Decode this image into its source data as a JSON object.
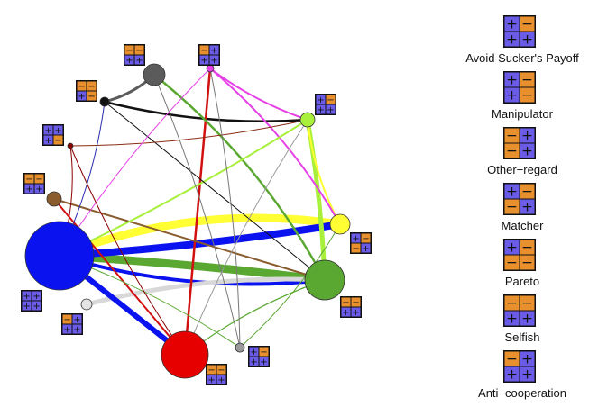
{
  "legend": {
    "items": [
      {
        "label": "Avoid Sucker's Payoff",
        "cells": [
          "+",
          "-",
          "+",
          "+"
        ]
      },
      {
        "label": "Manipulator",
        "cells": [
          "+",
          "-",
          "+",
          "-"
        ]
      },
      {
        "label": "Other−regard",
        "cells": [
          "-",
          "+",
          "-",
          "+"
        ]
      },
      {
        "label": "Matcher",
        "cells": [
          "+",
          "-",
          "-",
          "+"
        ]
      },
      {
        "label": "Pareto",
        "cells": [
          "+",
          "-",
          "-",
          "-"
        ]
      },
      {
        "label": "Selfish",
        "cells": [
          "-",
          "-",
          "+",
          "+"
        ]
      },
      {
        "label": "Anti−cooperation",
        "cells": [
          "-",
          "+",
          "+",
          "+"
        ]
      }
    ]
  },
  "colors": {
    "positive_cell": "#6a5ce6",
    "negative_cell": "#e8902e",
    "cell_border": "#111111"
  },
  "network": {
    "nodes": [
      {
        "id": "blue",
        "color": "#0a12f0",
        "weight": 38,
        "cells": [
          "+",
          "+",
          "+",
          "+"
        ]
      },
      {
        "id": "red",
        "color": "#e60000",
        "weight": 26,
        "cells": [
          "-",
          "-",
          "+",
          "+"
        ]
      },
      {
        "id": "green",
        "color": "#5aa832",
        "weight": 22,
        "cells": [
          "-",
          "-",
          "+",
          "+"
        ]
      },
      {
        "id": "yellow",
        "color": "#ffff33",
        "weight": 11,
        "cells": [
          "+",
          "-",
          "-",
          "+"
        ]
      },
      {
        "id": "darkgray",
        "color": "#5b5b5b",
        "weight": 12,
        "cells": [
          "-",
          "-",
          "+",
          "+"
        ]
      },
      {
        "id": "lime",
        "color": "#a8f03c",
        "weight": 8,
        "cells": [
          "+",
          "-",
          "+",
          "+"
        ]
      },
      {
        "id": "brown",
        "color": "#8a5c2e",
        "weight": 8,
        "cells": [
          "-",
          "-",
          "+",
          "+"
        ]
      },
      {
        "id": "magenta",
        "color": "#e640e6",
        "weight": 4,
        "cells": [
          "-",
          "+",
          "+",
          "+"
        ]
      },
      {
        "id": "black",
        "color": "#111111",
        "weight": 5,
        "cells": [
          "-",
          "-",
          "+",
          "-"
        ]
      },
      {
        "id": "gray",
        "color": "#9a9a9a",
        "weight": 5,
        "cells": [
          "+",
          "-",
          "+",
          "+"
        ]
      },
      {
        "id": "lightgray",
        "color": "#e4e4e4",
        "weight": 6,
        "cells": [
          "-",
          "+",
          "+",
          "+"
        ]
      },
      {
        "id": "darkred",
        "color": "#8b0000",
        "weight": 3,
        "cells": [
          "+",
          "+",
          "+",
          "-"
        ]
      }
    ],
    "edges": [
      {
        "from": "blue",
        "to": "yellow",
        "color": "#ffff33",
        "weight": 9
      },
      {
        "from": "blue",
        "to": "green",
        "color": "#5aa832",
        "weight": 9
      },
      {
        "from": "blue",
        "to": "yellow",
        "color": "#0a12f0",
        "weight": 8
      },
      {
        "from": "blue",
        "to": "green",
        "color": "#0a12f0",
        "weight": 4
      },
      {
        "from": "lightgray",
        "to": "green",
        "color": "#d8d8d8",
        "weight": 5
      },
      {
        "from": "blue",
        "to": "red",
        "color": "#0a12f0",
        "weight": 6
      },
      {
        "from": "lime",
        "to": "green",
        "color": "#a8f03c",
        "weight": 5
      },
      {
        "from": "lime",
        "to": "yellow",
        "color": "#ffff33",
        "weight": 2
      },
      {
        "from": "black",
        "to": "lime",
        "color": "#111111",
        "weight": 2.5
      },
      {
        "from": "darkgray",
        "to": "black",
        "color": "#5b5b5b",
        "weight": 3
      },
      {
        "from": "magenta",
        "to": "red",
        "color": "#d11010",
        "weight": 2.5
      },
      {
        "from": "magenta",
        "to": "lime",
        "color": "#e640e6",
        "weight": 2
      },
      {
        "from": "magenta",
        "to": "yellow",
        "color": "#e640e6",
        "weight": 2
      },
      {
        "from": "darkgray",
        "to": "green",
        "color": "#5aa832",
        "weight": 2.5
      },
      {
        "from": "brown",
        "to": "red",
        "color": "#d11010",
        "weight": 2
      },
      {
        "from": "brown",
        "to": "green",
        "color": "#8a5c2e",
        "weight": 2
      },
      {
        "from": "blue",
        "to": "lime",
        "color": "#a8f03c",
        "weight": 2
      },
      {
        "from": "black",
        "to": "green",
        "color": "#111111",
        "weight": 1
      },
      {
        "from": "darkgray",
        "to": "gray",
        "color": "#777777",
        "weight": 1
      },
      {
        "from": "darkred",
        "to": "lime",
        "color": "#8b2a14",
        "weight": 1
      },
      {
        "from": "darkred",
        "to": "blue",
        "color": "#8b0000",
        "weight": 1
      },
      {
        "from": "magenta",
        "to": "blue",
        "color": "#e640e6",
        "weight": 1
      },
      {
        "from": "black",
        "to": "blue",
        "color": "#2a2ab0",
        "weight": 1
      },
      {
        "from": "gray",
        "to": "blue",
        "color": "#5aa832",
        "weight": 1
      },
      {
        "from": "red",
        "to": "green",
        "color": "#5aa832",
        "weight": 1.2
      },
      {
        "from": "gray",
        "to": "yellow",
        "color": "#5aa832",
        "weight": 1
      },
      {
        "from": "red",
        "to": "lime",
        "color": "#999999",
        "weight": 1
      },
      {
        "from": "darkred",
        "to": "red",
        "color": "#8b0000",
        "weight": 1
      },
      {
        "from": "magenta",
        "to": "gray",
        "color": "#777777",
        "weight": 1
      }
    ]
  }
}
